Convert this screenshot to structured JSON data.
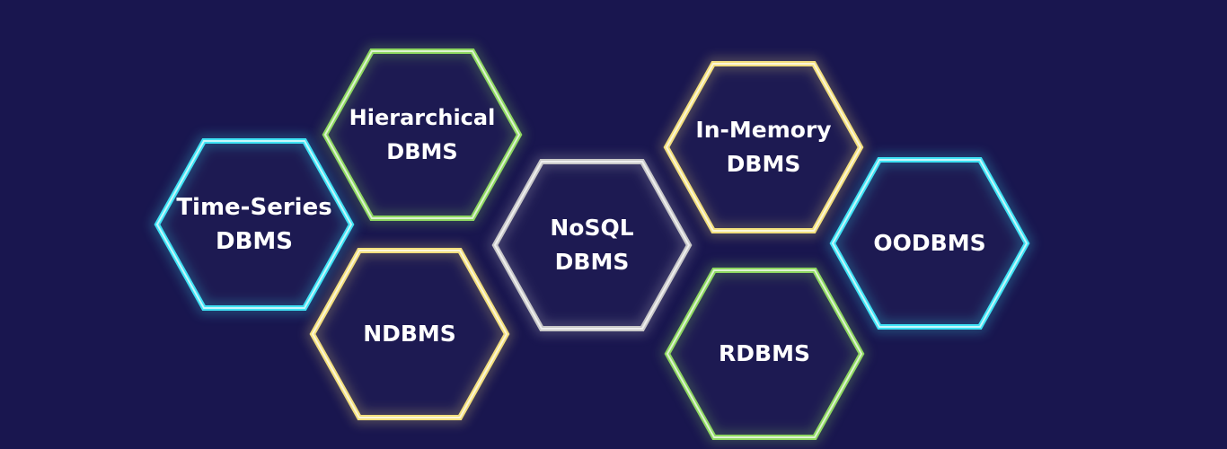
{
  "background": "#19164f",
  "nodes": [
    {
      "label": "Time-Series\nDBMS",
      "color": "#3fe3f5"
    },
    {
      "label": "Hierarchical\nDBMS",
      "color": "#8ed861"
    },
    {
      "label": "NDBMS",
      "color": "#f3df7d"
    },
    {
      "label": "NoSQL\nDBMS",
      "color": "#c9c9c9"
    },
    {
      "label": "In-Memory\nDBMS",
      "color": "#f3df7d"
    },
    {
      "label": "RDBMS",
      "color": "#8ed861"
    },
    {
      "label": "OODBMS",
      "color": "#3fe3f5"
    }
  ]
}
